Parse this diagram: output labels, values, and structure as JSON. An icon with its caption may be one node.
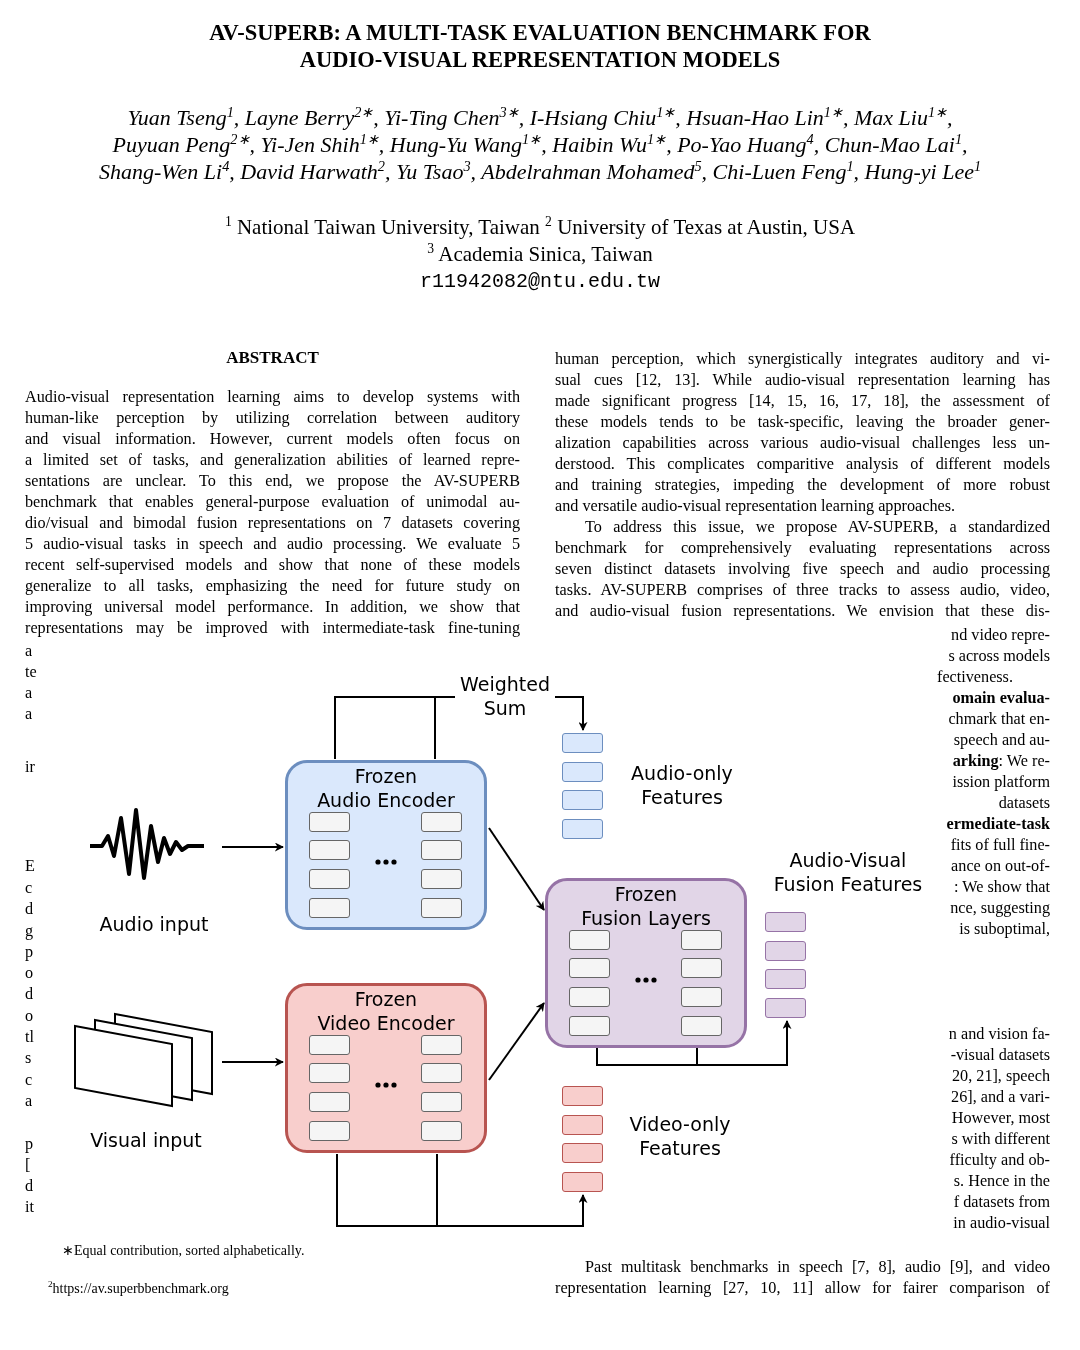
{
  "diagram": {
    "title": "AV-SUPERB: A MULTI-TASK EVALUATION BENCHMARK FOR AUDIO-VISUAL REPRESENTATION MODELS",
    "nodes": [
      {
        "text": [
          "Audio input"
        ]
      },
      {
        "text": [
          "Frozen Audio Encoder"
        ]
      },
      {
        "text": [
          "Visual input"
        ]
      },
      {
        "text": [
          "Frozen Video Encoder"
        ]
      },
      {
        "text": [
          "Frozen Fusion Layers"
        ]
      },
      {
        "text": [],
        "shape": "box",
        "beside": [
          "Audio-only Features"
        ]
      },
      {
        "text": [],
        "shape": "box",
        "beside": [
          "Audio-Visual Fusion Features"
        ]
      },
      {
        "text": [],
        "shape": "box",
        "beside": [
          "Video-only Features"
        ]
      }
    ],
    "edges": [
      {
        "from": 0,
        "to": 1,
        "arrow": "to"
      },
      {
        "from": 2,
        "to": 3,
        "arrow": "to"
      },
      {
        "from": 1,
        "to": 4,
        "arrow": "to"
      },
      {
        "from": 3,
        "to": 4,
        "arrow": "to"
      },
      {
        "from": 1,
        "to": 5,
        "arrow": "to",
        "label": "Weighted Sum"
      },
      {
        "from": 3,
        "to": 7,
        "arrow": "to"
      },
      {
        "from": 4,
        "to": 6,
        "arrow": "to"
      }
    ],
    "labels": [
      "Yuan Tseng$^{1}$, Layne Berry$^{2∗}$, Yi-Ting Chen$^{3∗}$, I-Hsiang Chiu$^{1∗}$, Hsuan-Hao Lin$^{1∗}$, Max Liu$^{1∗}$,",
      "Puyuan Peng$^{2∗}$, Yi-Jen Shih$^{1∗}$, Hung-Yu Wang$^{1∗}$, Haibin Wu$^{1∗}$, Po-Yao Huang$^{4}$, Chun-Mao Lai$^{1}$,",
      "Shang-Wen Li$^{4}$, David Harwath$^{2}$, Yu Tsao$^{3}$, Abdelrahman Mohamed$^{5}$, Chi-Luen Feng$^{1}$, Hung-yi Lee$^{1}$",
      "$^{1}$ National Taiwan University, Taiwan $^{2}$ University of Texas at Austin, USA",
      "$^{3}$ Academia Sinica, Taiwan",
      "r11942082@ntu.edu.tw",
      "ABSTRACT",
      "Audio-visual representation learning aims to develop systems with",
      "human-like perception by utilizing correlation between auditory",
      "and visual information.  However, current models often focus on",
      "a limited set of tasks, and generalization abilities of learned repre-",
      "sentations are unclear.  To this end, we propose the AV-SUPERB",
      "benchmark that enables general-purpose evaluation of unimodal au-",
      "dio/visual and bimodal fusion representations on 7 datasets covering",
      "5 audio-visual tasks in speech and audio processing.  We evaluate 5",
      "recent self-supervised models and show that none of these models",
      "generalize to all tasks, emphasizing the need for future study on",
      "improving universal model performance.  In addition, we show that",
      "representations may be improved with intermediate-task fine-tuning",
      "human perception, which synergistically integrates auditory and vi-",
      "sual cues [12, 13].  While audio-visual representation learning has",
      "made significant progress [14, 15, 16, 17, 18], the assessment of",
      "these models tends to be task-specific, leaving the broader gener-",
      "alization capabilities across various audio-visual challenges less un-",
      "derstood. This complicates comparitive analysis of different models",
      "and training strategies, impeding the development of more robust",
      "and versatile audio-visual representation learning approaches.",
      "To address this issue, we propose AV-SUPERB, a standardized",
      "benchmark for comprehensively evaluating representations across",
      "seven distinct datasets involving five speech and audio processing",
      "tasks. AV-SUPERB comprises of three tracks to assess audio, video,",
      "and audio-visual fusion representations. We envision that these dis-",
      "a",
      "te",
      "a",
      "a",
      "ir",
      "E",
      "c",
      "d",
      "g",
      "p",
      "o",
      "d",
      "o",
      "tl",
      "s",
      "c",
      "a",
      "p",
      "[",
      "d",
      "it",
      "nd video repre-",
      "s across models",
      "fectiveness.",
      "omain evalua-",
      "chmark that en-",
      "speech and au-",
      "**arking**: We re-",
      "ission platform",
      "datasets",
      "ermediate-task",
      "fits of full fine-",
      "ance on out-of-",
      ": We show that",
      "nce, suggesting",
      "is suboptimal,",
      "n and vision fa-",
      "-visual datasets",
      "20, 21], speech",
      "26], and a vari-",
      "However, most",
      "s with different",
      "fficulty and ob-",
      "s. Hence in the",
      "f datasets from",
      "in audio-visual",
      "∗Equal contribution, sorted alphabetically.",
      "$^{2}$https://av.superbbenchmark.org",
      "Past multitask benchmarks in speech [7, 8], audio [9], and video",
      "representation learning [27, 10, 11] allow for fairer comparison of"
    ]
  }
}
